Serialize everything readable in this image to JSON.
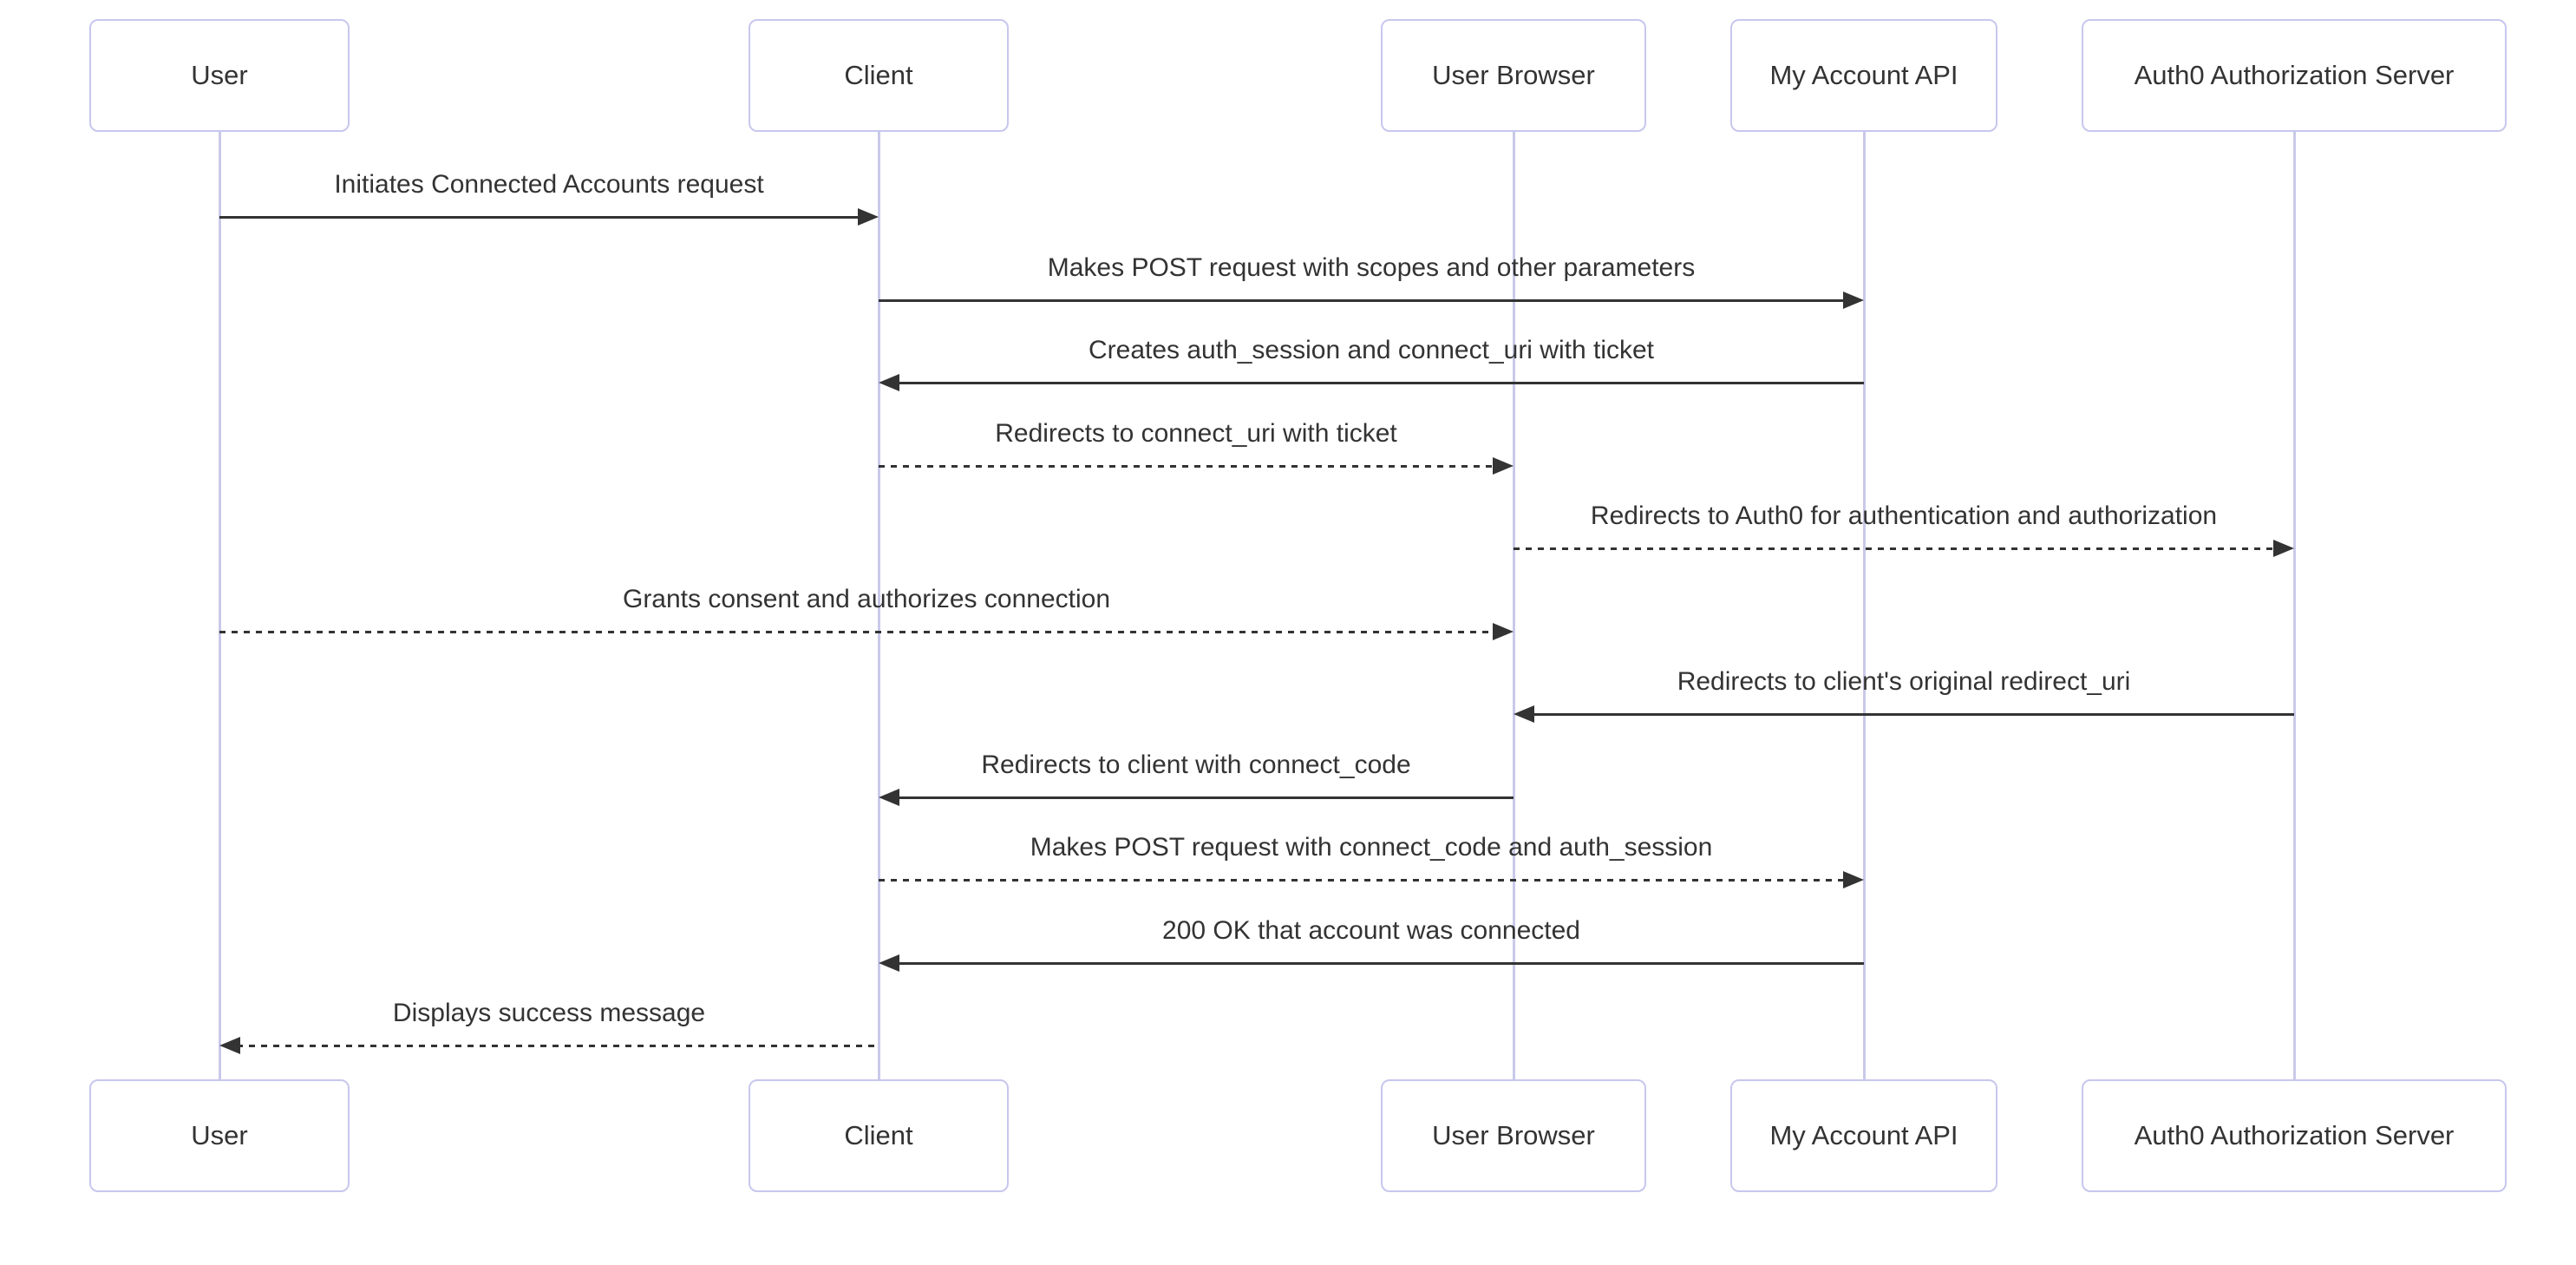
{
  "diagram": {
    "type": "sequence-diagram",
    "background": "#ffffff",
    "colors": {
      "actor_border": "#c7c7ee",
      "actor_fill": "#ffffff",
      "lifeline": "#c9c9e9",
      "arrow": "#333333",
      "text": "#333333"
    },
    "actors": [
      {
        "id": "user",
        "label": "User"
      },
      {
        "id": "client",
        "label": "Client"
      },
      {
        "id": "browser",
        "label": "User Browser"
      },
      {
        "id": "api",
        "label": "My Account API"
      },
      {
        "id": "auth0",
        "label": "Auth0 Authorization Server"
      }
    ],
    "messages": [
      {
        "from": "user",
        "to": "client",
        "line": "solid",
        "text": "Initiates Connected Accounts request"
      },
      {
        "from": "client",
        "to": "api",
        "line": "solid",
        "text": "Makes POST request with scopes and other parameters"
      },
      {
        "from": "api",
        "to": "client",
        "line": "solid",
        "text": "Creates auth_session and connect_uri with ticket"
      },
      {
        "from": "client",
        "to": "browser",
        "line": "dashed",
        "text": "Redirects to connect_uri with ticket"
      },
      {
        "from": "browser",
        "to": "auth0",
        "line": "dashed",
        "text": "Redirects to Auth0 for authentication and authorization"
      },
      {
        "from": "user",
        "to": "browser",
        "line": "dashed",
        "text": "Grants consent and authorizes connection"
      },
      {
        "from": "auth0",
        "to": "browser",
        "line": "solid",
        "text": "Redirects to client's original redirect_uri"
      },
      {
        "from": "browser",
        "to": "client",
        "line": "solid",
        "text": "Redirects to client with connect_code"
      },
      {
        "from": "client",
        "to": "api",
        "line": "dashed",
        "text": "Makes POST request with connect_code and auth_session"
      },
      {
        "from": "api",
        "to": "client",
        "line": "solid",
        "text": "200 OK that account was connected"
      },
      {
        "from": "client",
        "to": "user",
        "line": "dashed",
        "text": "Displays success message"
      }
    ]
  }
}
